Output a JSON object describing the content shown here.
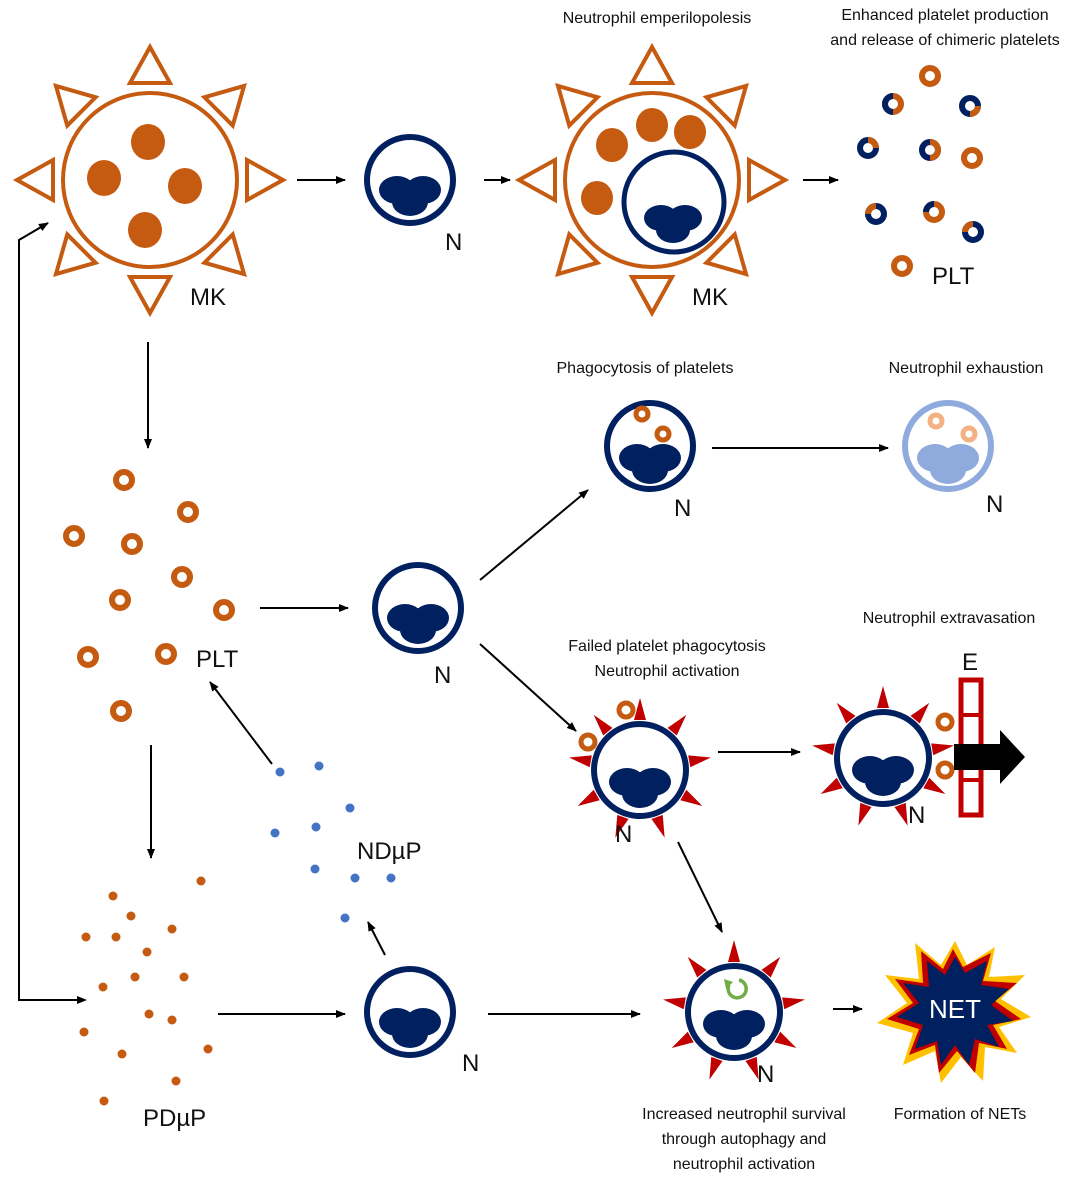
{
  "colors": {
    "megakaryocyte": "#c55a11",
    "neutrophil": "#002060",
    "exhausted": "#8faadc",
    "exhausted_granule": "#f4b183",
    "ndup_dot": "#4472c4",
    "spike_red": "#c00000",
    "spike_yellow": "#ffc000",
    "endothelium": "#c00000"
  },
  "labels": {
    "mk_1": "MK",
    "mk_2": "MK",
    "n_top": "N",
    "plt_top": "PLT",
    "plt_mid": "PLT",
    "n_mid": "N",
    "n_phago": "N",
    "n_exhaust": "N",
    "n_act": "N",
    "n_extrav": "N",
    "e_label": "E",
    "ndup": "NDµP",
    "pdup": "PDµP",
    "n_bottom": "N",
    "n_autoph": "N",
    "net": "NET"
  },
  "captions": {
    "emperipolesis": "Neutrophil emperilopolesis",
    "platelet_prod_1": "Enhanced platelet production",
    "platelet_prod_2": "and release of chimeric platelets",
    "phagocytosis": "Phagocytosis of platelets",
    "exhaustion": "Neutrophil exhaustion",
    "failed_1": "Failed platelet phagocytosis",
    "failed_2": "Neutrophil activation",
    "extravasation": "Neutrophil extravasation",
    "survival_1": "Increased neutrophil survival",
    "survival_2": "through autophagy and",
    "survival_3": "neutrophil activation",
    "nets": "Formation of NETs"
  }
}
